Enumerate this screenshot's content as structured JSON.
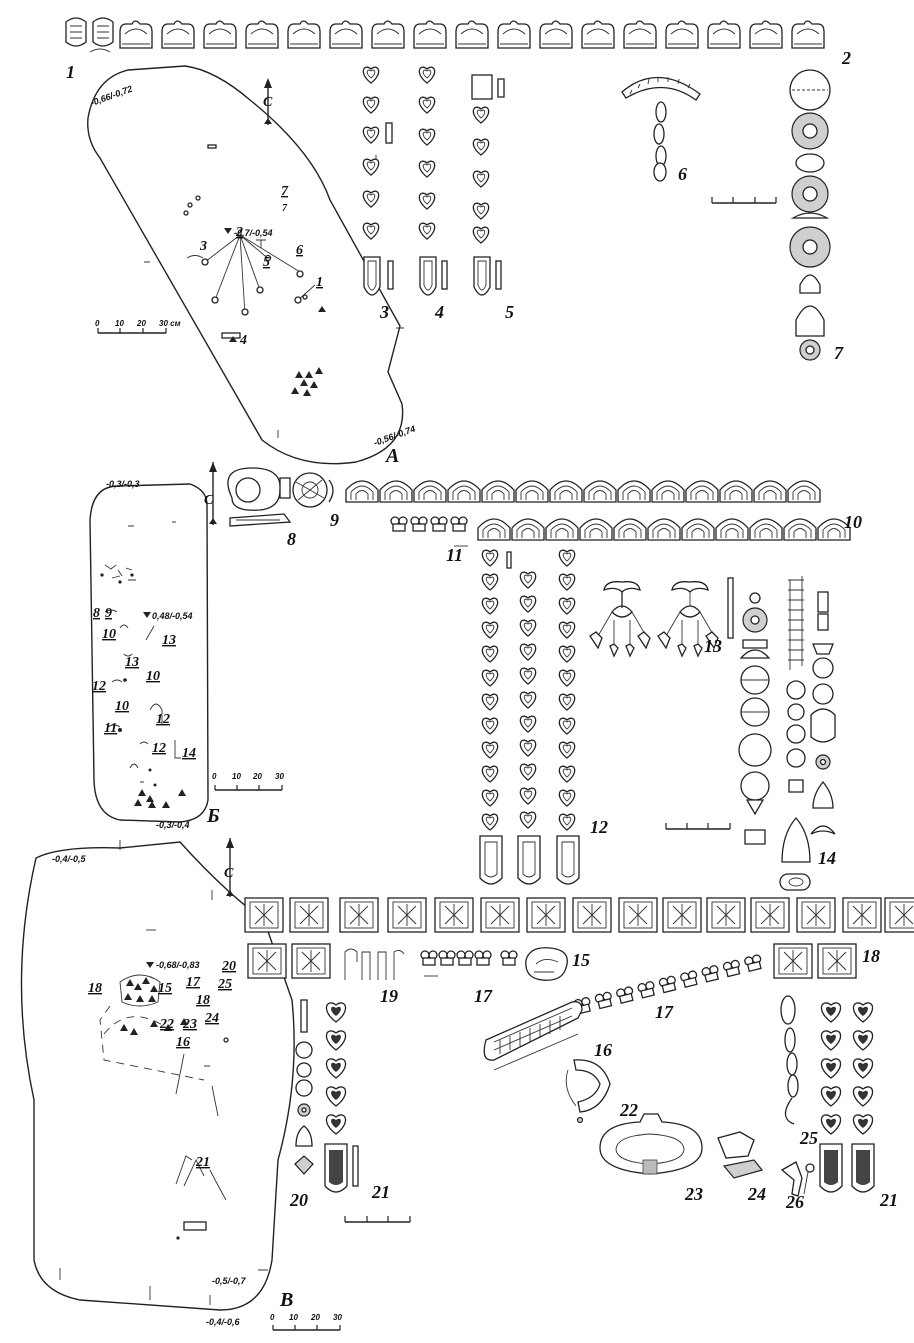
{
  "graves": [
    {
      "id": "A",
      "letter": "А",
      "north": "С",
      "depth_top": "-0,66/-0,72",
      "depth_bottom": "-0,56/-0,74",
      "depth_center": "-0,7/-0,54",
      "scale": [
        "0",
        "10",
        "20",
        "30 см"
      ],
      "plan_labels": [
        "2",
        "7",
        "3",
        "6",
        "5",
        "1",
        "4"
      ]
    },
    {
      "id": "B",
      "letter": "Б",
      "north": "С",
      "depth_top": "-0,3/-0,3",
      "depth_bottom": "-0,3/-0,4",
      "depth_center": "0,48/-0,54",
      "scale": [
        "0",
        "10",
        "20",
        "30"
      ],
      "plan_labels": [
        "8",
        "9",
        "10",
        "13",
        "13",
        "10",
        "12",
        "10",
        "12",
        "11",
        "12",
        "14"
      ]
    },
    {
      "id": "V",
      "letter": "В",
      "north": "С",
      "depth_top": "-0,4/-0,5",
      "depth_bottom": "-0,4/-0,6",
      "depth_side": "-0,5/-0,7",
      "depth_center": "-0,68/-0,83",
      "scale": [
        "0",
        "10",
        "20",
        "30"
      ],
      "plan_labels": [
        "18",
        "15",
        "17",
        "20",
        "25",
        "18",
        "22",
        "23",
        "24",
        "16",
        "21"
      ]
    }
  ],
  "artifact_labels": [
    "1",
    "2",
    "3",
    "4",
    "5",
    "6",
    "7",
    "8",
    "9",
    "10",
    "11",
    "12",
    "13",
    "14",
    "15",
    "16",
    "17",
    "17",
    "18",
    "19",
    "20",
    "21",
    "21",
    "22",
    "23",
    "24",
    "25",
    "26"
  ],
  "colors": {
    "ink": "#222222",
    "bead_grey": "#cfcfcf"
  }
}
